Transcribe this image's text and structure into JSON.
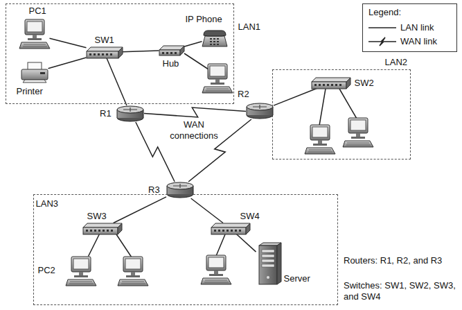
{
  "diagram": {
    "nodes": [
      {
        "text": [
          "LAN1"
        ]
      },
      {
        "text": [
          "PC1"
        ],
        "in": 0
      },
      {
        "text": [
          "IP Phone"
        ],
        "in": 0
      },
      {
        "text": [
          "Printer"
        ],
        "in": 0
      },
      {
        "text": [
          "SW1"
        ],
        "in": 0
      },
      {
        "text": [
          "Hub"
        ],
        "in": 0
      },
      {
        "text": [
          "LAN2"
        ]
      },
      {
        "text": [
          "SW2"
        ],
        "in": 6
      },
      {
        "text": [
          "R1"
        ]
      },
      {
        "text": [
          "R2"
        ]
      },
      {
        "text": [
          "R3"
        ]
      },
      {
        "text": [
          "LAN3"
        ]
      },
      {
        "text": [
          "SW3"
        ],
        "in": 11
      },
      {
        "text": [
          "SW4"
        ],
        "in": 11
      },
      {
        "text": [
          "PC2"
        ],
        "in": 11
      },
      {
        "text": [
          "Server"
        ],
        "in": 11
      }
    ],
    "edges": [
      {
        "from": 1,
        "to": 4,
        "arrow": "none"
      },
      {
        "from": 3,
        "to": 4,
        "arrow": "none"
      },
      {
        "from": 4,
        "to": 5,
        "arrow": "none"
      },
      {
        "from": 5,
        "to": 2,
        "arrow": "none"
      },
      {
        "from": 4,
        "to": 8,
        "arrow": "none"
      },
      {
        "from": 8,
        "to": 9,
        "arrow": "none"
      },
      {
        "from": 8,
        "to": 10,
        "arrow": "none"
      },
      {
        "from": 9,
        "to": 7,
        "arrow": "none"
      },
      {
        "from": 9,
        "to": 10,
        "arrow": "none"
      },
      {
        "from": 10,
        "to": 12,
        "arrow": "none"
      },
      {
        "from": 10,
        "to": 13,
        "arrow": "none"
      },
      {
        "from": 12,
        "to": 14,
        "arrow": "none"
      },
      {
        "from": 13,
        "to": 15,
        "arrow": "none"
      }
    ],
    "labels": [
      "Legend:",
      "WAN connections",
      "Routers: R1, R2, and R3",
      "Switches: SW1, SW2, SW3, and SW4"
    ],
    "legend": [
      {
        "text": "LAN link"
      },
      {
        "text": "WAN link"
      }
    ]
  }
}
